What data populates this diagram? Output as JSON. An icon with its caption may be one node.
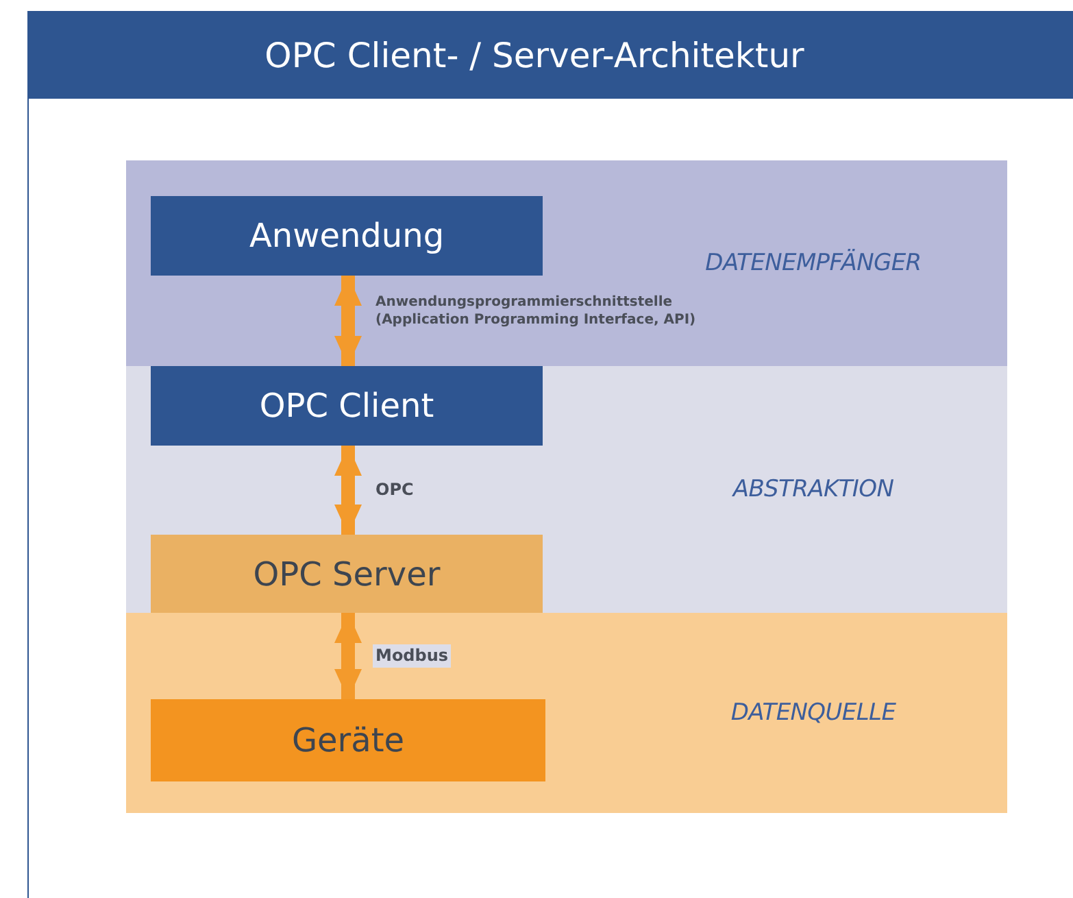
{
  "diagram": {
    "title": "OPC Client- / Server-Architektur",
    "nodes": [
      {
        "text": [
          "DATENEMPFÄNGER"
        ]
      },
      {
        "text": [
          "Anwendung"
        ],
        "in": 0
      },
      {
        "text": [
          "ABSTRAKTION"
        ]
      },
      {
        "text": [
          "OPC Client"
        ],
        "in": 2
      },
      {
        "text": [
          "OPC Server"
        ],
        "in": 2
      },
      {
        "text": [
          "DATENQUELLE"
        ]
      },
      {
        "text": [
          "Geräte"
        ],
        "in": 5
      }
    ],
    "edges": [
      {
        "from": 1,
        "to": 3,
        "arrow": "both",
        "label": "Anwendungsprogrammierschnittstelle (Application Programming Interface, API)"
      },
      {
        "from": 3,
        "to": 4,
        "arrow": "both",
        "label": "OPC"
      },
      {
        "from": 4,
        "to": 6,
        "arrow": "both",
        "label": "Modbus"
      }
    ]
  }
}
